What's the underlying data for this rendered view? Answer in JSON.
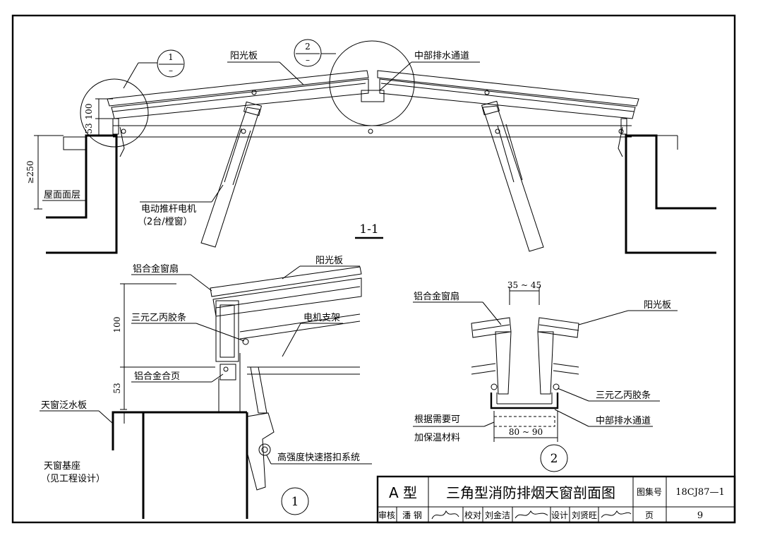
{
  "section": {
    "label": "1-1"
  },
  "callouts": {
    "c1_num": "1",
    "c1_sub": "–",
    "c2_num": "2",
    "c2_sub": "–"
  },
  "top_labels": {
    "sunshine_board": "阳光板",
    "center_drain": "中部排水通道",
    "roof_layer": "屋面面层",
    "actuator": "电动推杆电机",
    "actuator_qty": "（2台/樘窗）",
    "dim_100": "100",
    "dim_53": "53",
    "dim_250": "≥250"
  },
  "detail1": {
    "alu_sash": "铝合金窗扇",
    "sunshine_board": "阳光板",
    "epdm": "三元乙丙胶条",
    "motor_bracket": "电机支架",
    "alu_hinge": "铝合金合页",
    "flashing": "天窗泛水板",
    "base": "天窗基座",
    "base_note": "（见工程设计）",
    "snap_system": "高强度快速搭扣系统",
    "dim_100": "100",
    "dim_53": "53",
    "number": "1"
  },
  "detail2": {
    "alu_sash": "铝合金窗扇",
    "sunshine_board": "阳光板",
    "dim_gap": "35 ~ 45",
    "epdm": "三元乙丙胶条",
    "insulation_1": "根据需要可",
    "insulation_2": "加保温材料",
    "dim_width": "80 ~ 90",
    "center_drain": "中部排水通道",
    "number": "2"
  },
  "title_block": {
    "type": "A 型",
    "title": "三角型消防排烟天窗剖面图",
    "atlas_label": "图集号",
    "atlas_no": "18CJ87—1",
    "review_label": "审核",
    "reviewer": "潘 钢",
    "check_label": "校对",
    "checker": "刘金洁",
    "design_label": "设计",
    "designer": "刘贤旺",
    "page_label": "页",
    "page_no": "9"
  }
}
